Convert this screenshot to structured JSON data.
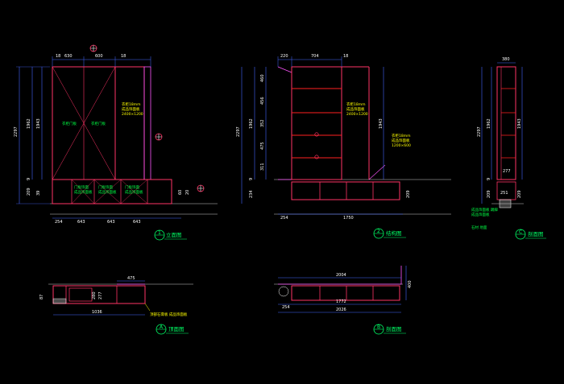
{
  "views": {
    "front": {
      "title": "立面图",
      "marker": "1",
      "top_dims": [
        "18",
        "630",
        "600",
        "18"
      ],
      "bottom_dims": [
        "254",
        "643",
        "643",
        "643"
      ],
      "left_dims": [
        "2297",
        "1962",
        "1943",
        "9",
        "209",
        "39"
      ],
      "right_dims": [
        "60",
        "20"
      ],
      "notes": [
        "衣柜18mm",
        "成品饰面板",
        "2400×1200"
      ],
      "door_labels": [
        "衣柜门板",
        "衣柜门板"
      ],
      "drawer_labels": [
        "门板饰面",
        "成品饰面板",
        "门板饰面",
        "成品饰面板",
        "门板饰面",
        "成品饰面板"
      ]
    },
    "inner": {
      "title": "结构图",
      "marker": "2",
      "top_dims": [
        "220",
        "704",
        "18"
      ],
      "bottom_dims": [
        "254",
        "1750"
      ],
      "left_dims": [
        "2297",
        "1962",
        "460",
        "456",
        "352",
        "475",
        "311",
        "9",
        "234"
      ],
      "right_dims": [
        "1943",
        "209"
      ],
      "notes_a": [
        "衣柜18mm",
        "成品饰面板",
        "2400×1200"
      ],
      "notes_b": [
        "衣柜18mm",
        "成品饰面板",
        "1200×600"
      ]
    },
    "side": {
      "title": "剖面图",
      "marker": "C",
      "top_dims": [
        "380"
      ],
      "left_dims": [
        "2297",
        "1962",
        "9",
        "209"
      ],
      "right_dims": [
        "1943",
        "277",
        "209"
      ],
      "bottom_dims": [
        "251"
      ],
      "notes": [
        "成品饰面板 踢脚",
        "成品饰面板",
        "石材 地面"
      ]
    },
    "plan_a": {
      "title": "顶面图",
      "marker": "A",
      "dims": [
        "475",
        "87",
        "280",
        "277"
      ],
      "bottom_dims": [
        "1036"
      ],
      "note": "顶部石膏板 成品饰面板"
    },
    "plan_b": {
      "title": "剖面图",
      "marker": "B",
      "top_dims": [
        "2004"
      ],
      "bottom_dims": [
        "1772",
        "254",
        "2026"
      ],
      "right_dims": [
        "400"
      ]
    }
  },
  "colors": {
    "background": "#000000",
    "cabinet": "#ff3366",
    "shelf": "#ff2020",
    "frame": "#ff55ff",
    "dimension": "#4466ff",
    "annotation": "#ffff00",
    "label": "#00ff66",
    "text": "#ffffff"
  }
}
